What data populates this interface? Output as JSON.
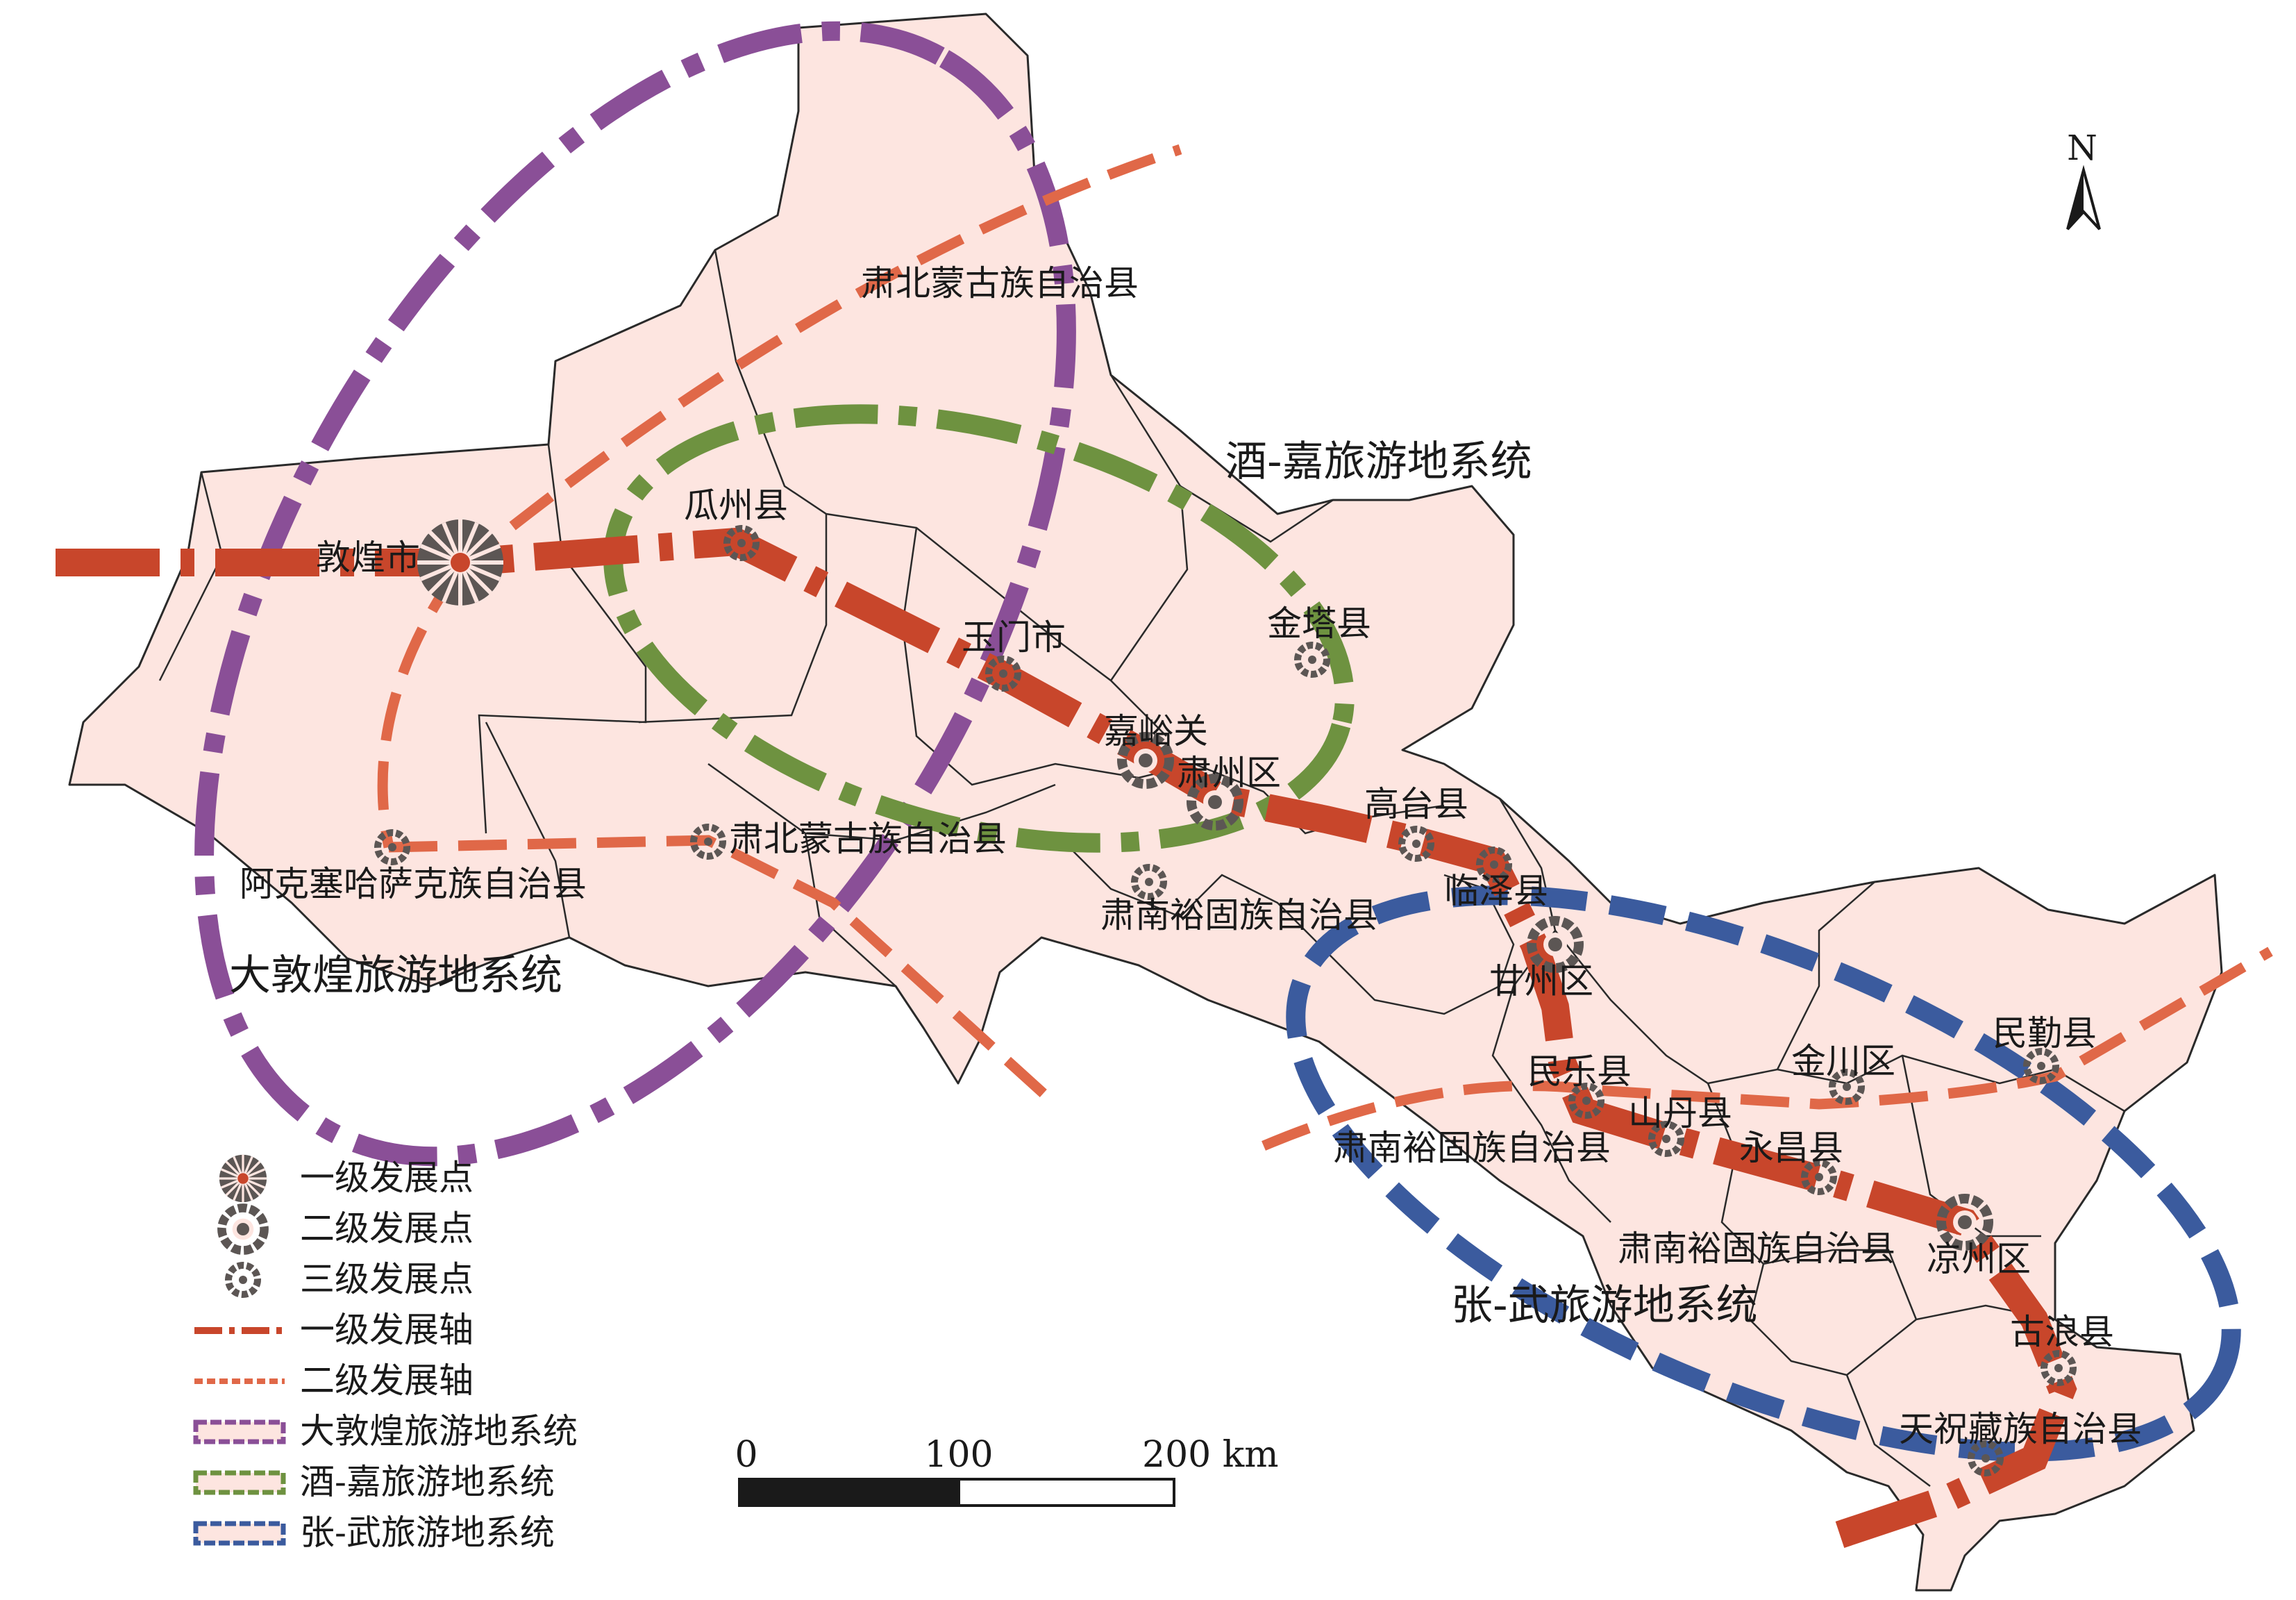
{
  "map": {
    "north_label": "N",
    "system_labels": {
      "dunhuang": "大敦煌旅游地系统",
      "jiujia": "酒-嘉旅游地系统",
      "zhangwu": "张-武旅游地系统"
    },
    "places": [
      {
        "name": "肃北蒙古族自治县",
        "level": 0
      },
      {
        "name": "敦煌市",
        "level": 1
      },
      {
        "name": "瓜州县",
        "level": 3
      },
      {
        "name": "玉门市",
        "level": 3
      },
      {
        "name": "金塔县",
        "level": 3
      },
      {
        "name": "嘉峪关",
        "level": 2
      },
      {
        "name": "肃州区",
        "level": 2
      },
      {
        "name": "高台县",
        "level": 3
      },
      {
        "name": "临泽县",
        "level": 3
      },
      {
        "name": "甘州区",
        "level": 2
      },
      {
        "name": "阿克塞哈萨克族自治县",
        "level": 3
      },
      {
        "name": "肃北蒙古族自治县",
        "level": 3
      },
      {
        "name": "肃南裕固族自治县",
        "level": 3
      },
      {
        "name": "民乐县",
        "level": 3
      },
      {
        "name": "山丹县",
        "level": 3
      },
      {
        "name": "肃南裕固族自治县",
        "level": 0
      },
      {
        "name": "金川区",
        "level": 3
      },
      {
        "name": "永昌县",
        "level": 3
      },
      {
        "name": "民勤县",
        "level": 3
      },
      {
        "name": "肃南裕固族自治县",
        "level": 0
      },
      {
        "name": "凉州区",
        "level": 2
      },
      {
        "name": "古浪县",
        "level": 3
      },
      {
        "name": "天祝藏族自治县",
        "level": 3
      }
    ],
    "scale_bar": {
      "labels": [
        "0",
        "100",
        "200 km"
      ]
    },
    "colors": {
      "land": "#fde5e0",
      "axis_primary": "#c8462b",
      "axis_secondary": "#e06848",
      "system_dunhuang": "#8a4f97",
      "system_jiujia": "#6e9240",
      "system_zhangwu": "#3b5b9e",
      "node": "#5c5654"
    }
  },
  "legend": {
    "items": [
      {
        "label": "一级发展点",
        "icon": "primary-node-icon"
      },
      {
        "label": "二级发展点",
        "icon": "secondary-node-icon"
      },
      {
        "label": "三级发展点",
        "icon": "tertiary-node-icon"
      },
      {
        "label": "一级发展轴",
        "icon": "primary-axis-icon"
      },
      {
        "label": "二级发展轴",
        "icon": "secondary-axis-icon"
      },
      {
        "label": "大敦煌旅游地系统",
        "icon": "dunhuang-system-icon"
      },
      {
        "label": "酒-嘉旅游地系统",
        "icon": "jiujia-system-icon"
      },
      {
        "label": "张-武旅游地系统",
        "icon": "zhangwu-system-icon"
      }
    ]
  }
}
